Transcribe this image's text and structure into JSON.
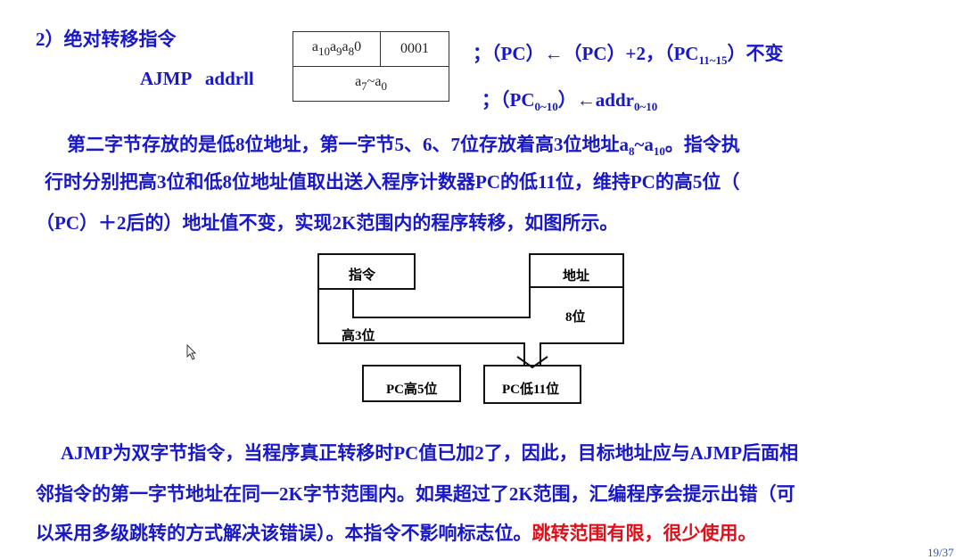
{
  "heading": "2）绝对转移指令",
  "mnemonic": "AJMP   addrll",
  "format": {
    "cell1_a": "a",
    "cell1_s1": "10",
    "cell1_b": "a",
    "cell1_s2": "9",
    "cell1_c": "a",
    "cell1_s3": "8",
    "cell1_d": "0",
    "cell2": "0001",
    "row2_a": "a",
    "row2_s1": "7",
    "row2_b": "~a",
    "row2_s2": "0"
  },
  "op1": {
    "a": "；（PC）←（PC）+2，（PC",
    "sub": "11~15",
    "b": "）不变"
  },
  "op2": {
    "a": "；（PC",
    "sub1": "0~10",
    "b": "）←addr",
    "sub2": "0~10"
  },
  "para1": {
    "l1a": "第二字节存放的是低8位地址，第一字节5、6、7位存放着高3位地址a",
    "l1s1": "8",
    "l1b": "~a",
    "l1s2": "10",
    "l1c": "。指令执",
    "l2": "行时分别把高3位和低8位地址值取出送入程序计数器PC的低11位，维持PC的高5位（",
    "l3": "（PC）＋2后的）地址值不变，实现2K范围内的程序转移，如图所示。"
  },
  "diagram": {
    "instr": "指令",
    "addr": "地址",
    "bits8": "8位",
    "high3": "高3位",
    "pc_high": "PC高5位",
    "pc_low": "PC低11位"
  },
  "para2": {
    "l1": "AJMP为双字节指令，当程序真正转移时PC值已加2了，因此，目标地址应与AJMP后面相",
    "l2": "邻指令的第一字节地址在同一2K字节范围内。如果超过了2K范围，汇编程序会提示出错（可",
    "l3": "以采用多级跳转的方式解决该错误）。本指令不影响标志位。",
    "l3_red": "跳转范围有限，很少使用。"
  },
  "page": "19/37"
}
